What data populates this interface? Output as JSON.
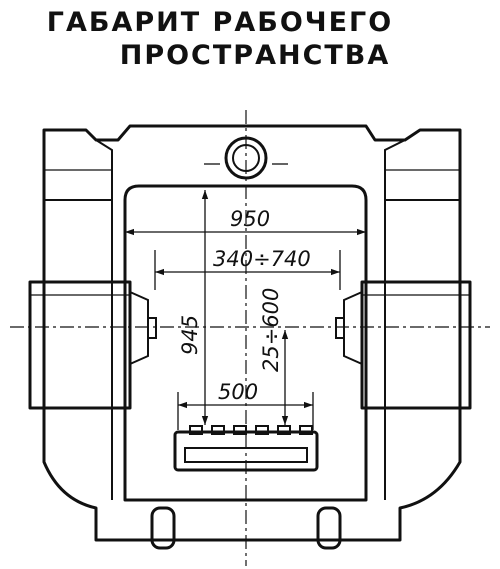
{
  "title": {
    "line1": "ГАБАРИТ РАБОЧЕГО",
    "line2": "ПРОСТРАНСТВА"
  },
  "dimensions": {
    "width_total": "950",
    "width_range": "340÷740",
    "height_total": "945",
    "height_range": "25÷600",
    "table_width": "500"
  },
  "colors": {
    "ink": "#111111",
    "paper": "#ffffff"
  }
}
